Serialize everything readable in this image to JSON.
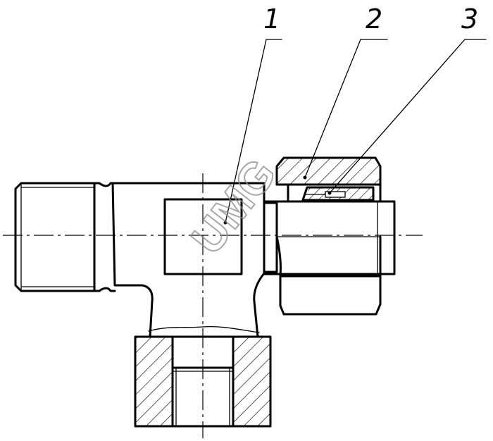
{
  "callouts": [
    {
      "number": "1"
    },
    {
      "number": "2"
    },
    {
      "number": "3"
    }
  ],
  "watermark": "UMG",
  "colors": {
    "line": "#000000",
    "background": "#ffffff",
    "watermark": "#8c8c8c"
  }
}
